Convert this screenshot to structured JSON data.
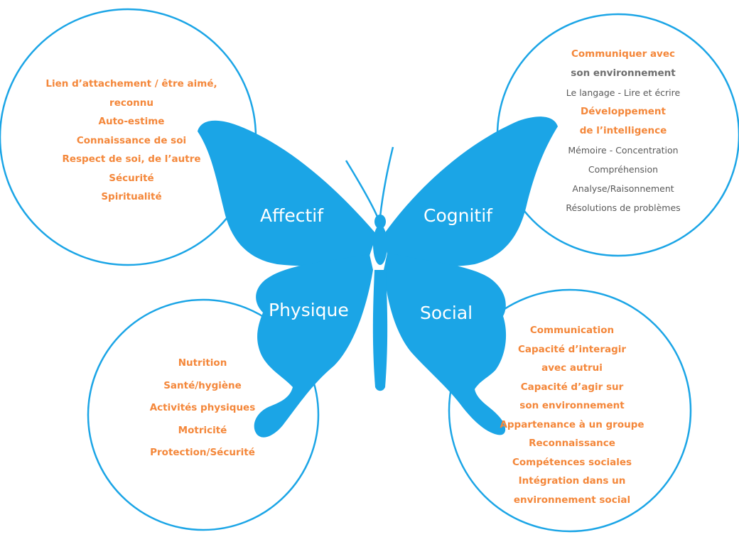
{
  "colors": {
    "circle_stroke": "#1ba5e6",
    "butterfly": "#1ba5e6",
    "orange_text": "#f4873a",
    "grey_text": "#5a5a5a"
  },
  "wings": {
    "affectif": "Affectif",
    "cognitif": "Cognitif",
    "physique": "Physique",
    "social": "Social"
  },
  "affectif_circle": {
    "lines": [
      "Lien d’attachement / être aimé,",
      "reconnu",
      "Auto-estime",
      "Connaissance de soi",
      "Respect de soi, de l’autre",
      "Sécurité",
      "Spiritualité"
    ]
  },
  "cognitif_circle": {
    "lines": [
      "Communiquer avec",
      "son environnement",
      "Le langage - Lire et écrire",
      "Développement",
      "de l’intelligence",
      "Mémoire - Concentration",
      "Compréhension",
      "Analyse/Raisonnement",
      "Résolutions de problèmes"
    ]
  },
  "physique_circle": {
    "lines": [
      "Nutrition",
      "Santé/hygiène",
      "Activités physiques",
      "Motricité",
      "Protection/Sécurité"
    ]
  },
  "social_circle": {
    "lines": [
      "Communication",
      "Capacité d’interagir",
      "avec autrui",
      "Capacité d’agir sur",
      "son environnement",
      "Appartenance à un groupe",
      "Reconnaissance",
      "Compétences sociales",
      "Intégration dans un",
      "environnement social"
    ]
  }
}
